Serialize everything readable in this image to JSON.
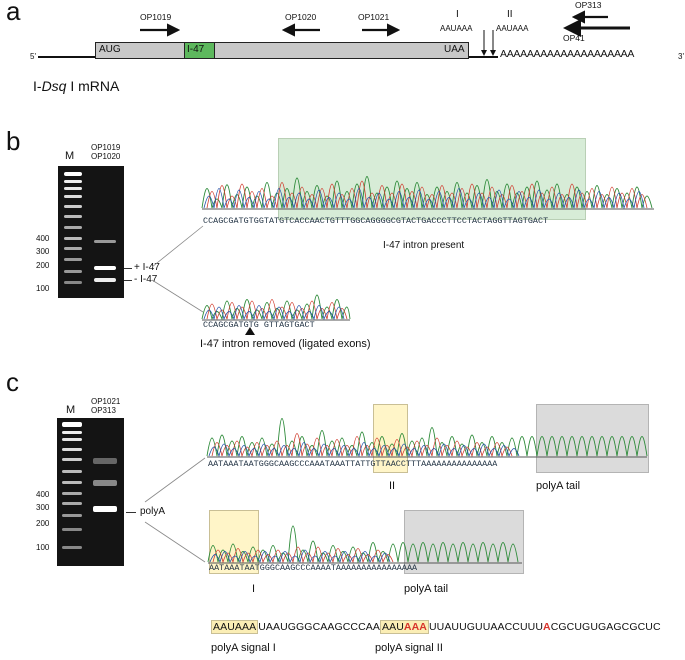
{
  "panel_a": {
    "letter": "a",
    "primers": [
      "OP1019",
      "OP1020",
      "OP1021",
      "OP313",
      "OP41"
    ],
    "labels": {
      "aug": "AUG",
      "intron": "I-47",
      "uaa": "UAA",
      "five": "5'",
      "three": "3'",
      "site_I": "I",
      "site_II": "II",
      "signal_I": "AAUAAA",
      "signal_II": "AAUAAA",
      "polyA": "AAAAAAAAAAAAAAAAAAAA"
    },
    "mrna_prefix": "I-",
    "mrna_italic": "Dsq",
    "mrna_suffix": " I mRNA",
    "colors": {
      "intron_box": "#5db85d",
      "cds_box": "#c8c8c8"
    }
  },
  "panel_b": {
    "letter": "b",
    "lane_m": "M",
    "primers": [
      "OP1019",
      "OP1020"
    ],
    "ladder": [
      "400",
      "300",
      "200",
      "100"
    ],
    "band_plus": "+ I-47",
    "band_minus": "- I-47",
    "seq_top": "CCAGCGATGTGGTATGTCACCAACTGTTTGGCAGGGGCGTACTGACCCTTCCTACTAGGTTAGTGACT",
    "caption_top": "I-47 intron present",
    "seq_bottom": "CCAGCGATGTG GTTAGTGACT",
    "caption_bottom": "I-47 intron removed (ligated exons)"
  },
  "panel_c": {
    "letter": "c",
    "lane_m": "M",
    "primers": [
      "OP1021",
      "OP313"
    ],
    "ladder": [
      "400",
      "300",
      "200",
      "100"
    ],
    "band": "polyA",
    "seq_top": "AATAAATAATGGGCAAGCCCAAATAAATTATTGTTAACCTTTAAAAAAAAAAAAAAA",
    "caption_top_II": "II",
    "caption_top_tail": "polyA tail",
    "seq_bottom": "AATAAATAATGGGCAAGCCCAAAATAAAAAAAAAAAAAAAA",
    "caption_bottom_I": "I",
    "caption_bottom_tail": "polyA tail",
    "bottom_seq": {
      "sig1": "AAUAAA",
      "part1": "UAAUGGGCAAGCCCAA",
      "sig2_black": "AAU",
      "sig2_red": "AAA",
      "part2": "UUAUUGUUAACCUUU",
      "red_a": "A",
      "part3": "CGCUGUGAGCGCUC"
    },
    "signal_label_I": "polyA signal I",
    "signal_label_II": "polyA signal II"
  }
}
